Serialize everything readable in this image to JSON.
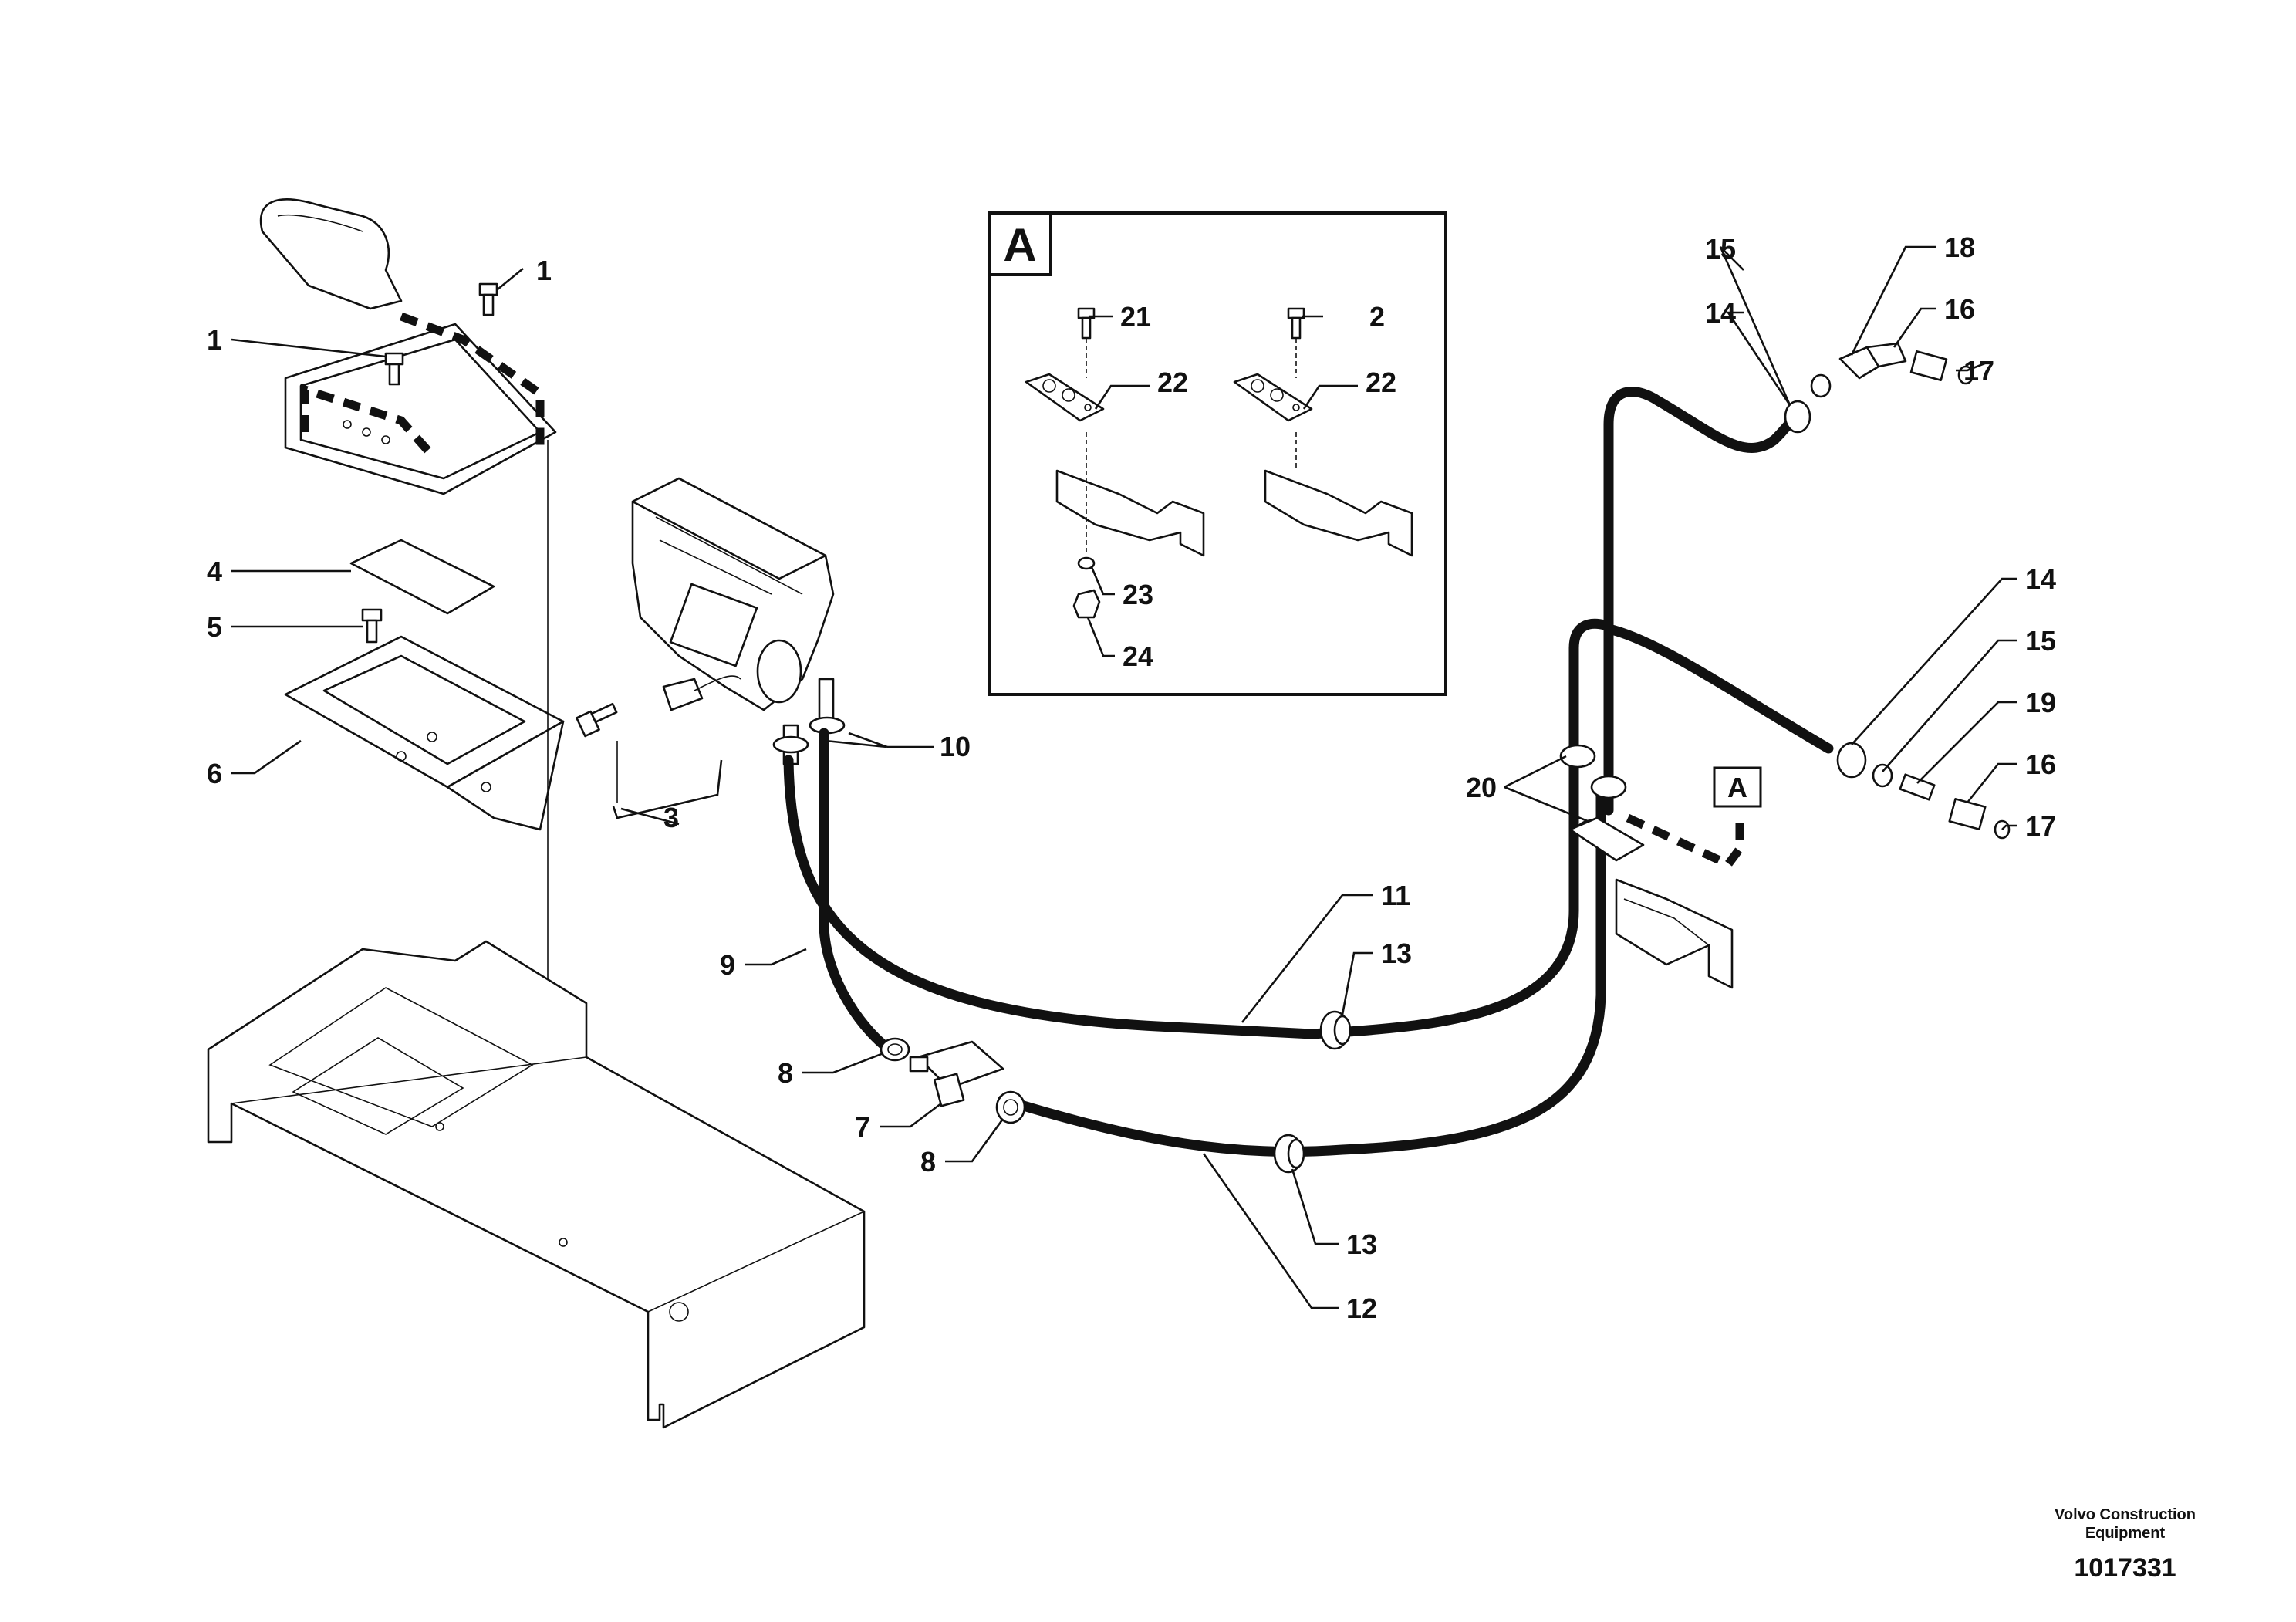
{
  "callouts": {
    "c1a": "1",
    "c1b": "1",
    "c2": "2",
    "c3": "3",
    "c4": "4",
    "c5": "5",
    "c6": "6",
    "c7": "7",
    "c8a": "8",
    "c8b": "8",
    "c9": "9",
    "c10": "10",
    "c11": "11",
    "c12": "12",
    "c13a": "13",
    "c13b": "13",
    "c14a": "14",
    "c14b": "14",
    "c15a": "15",
    "c15b": "15",
    "c16a": "16",
    "c16b": "16",
    "c17a": "17",
    "c17b": "17",
    "c18": "18",
    "c19": "19",
    "c20": "20",
    "c21": "21",
    "c22a": "22",
    "c22b": "22",
    "c23": "23",
    "c24": "24"
  },
  "detail_view": {
    "label": "A",
    "reference_label": "A"
  },
  "footer": {
    "brand_line1": "Volvo Construction",
    "brand_line2": "Equipment",
    "drawing_number": "1017331"
  }
}
